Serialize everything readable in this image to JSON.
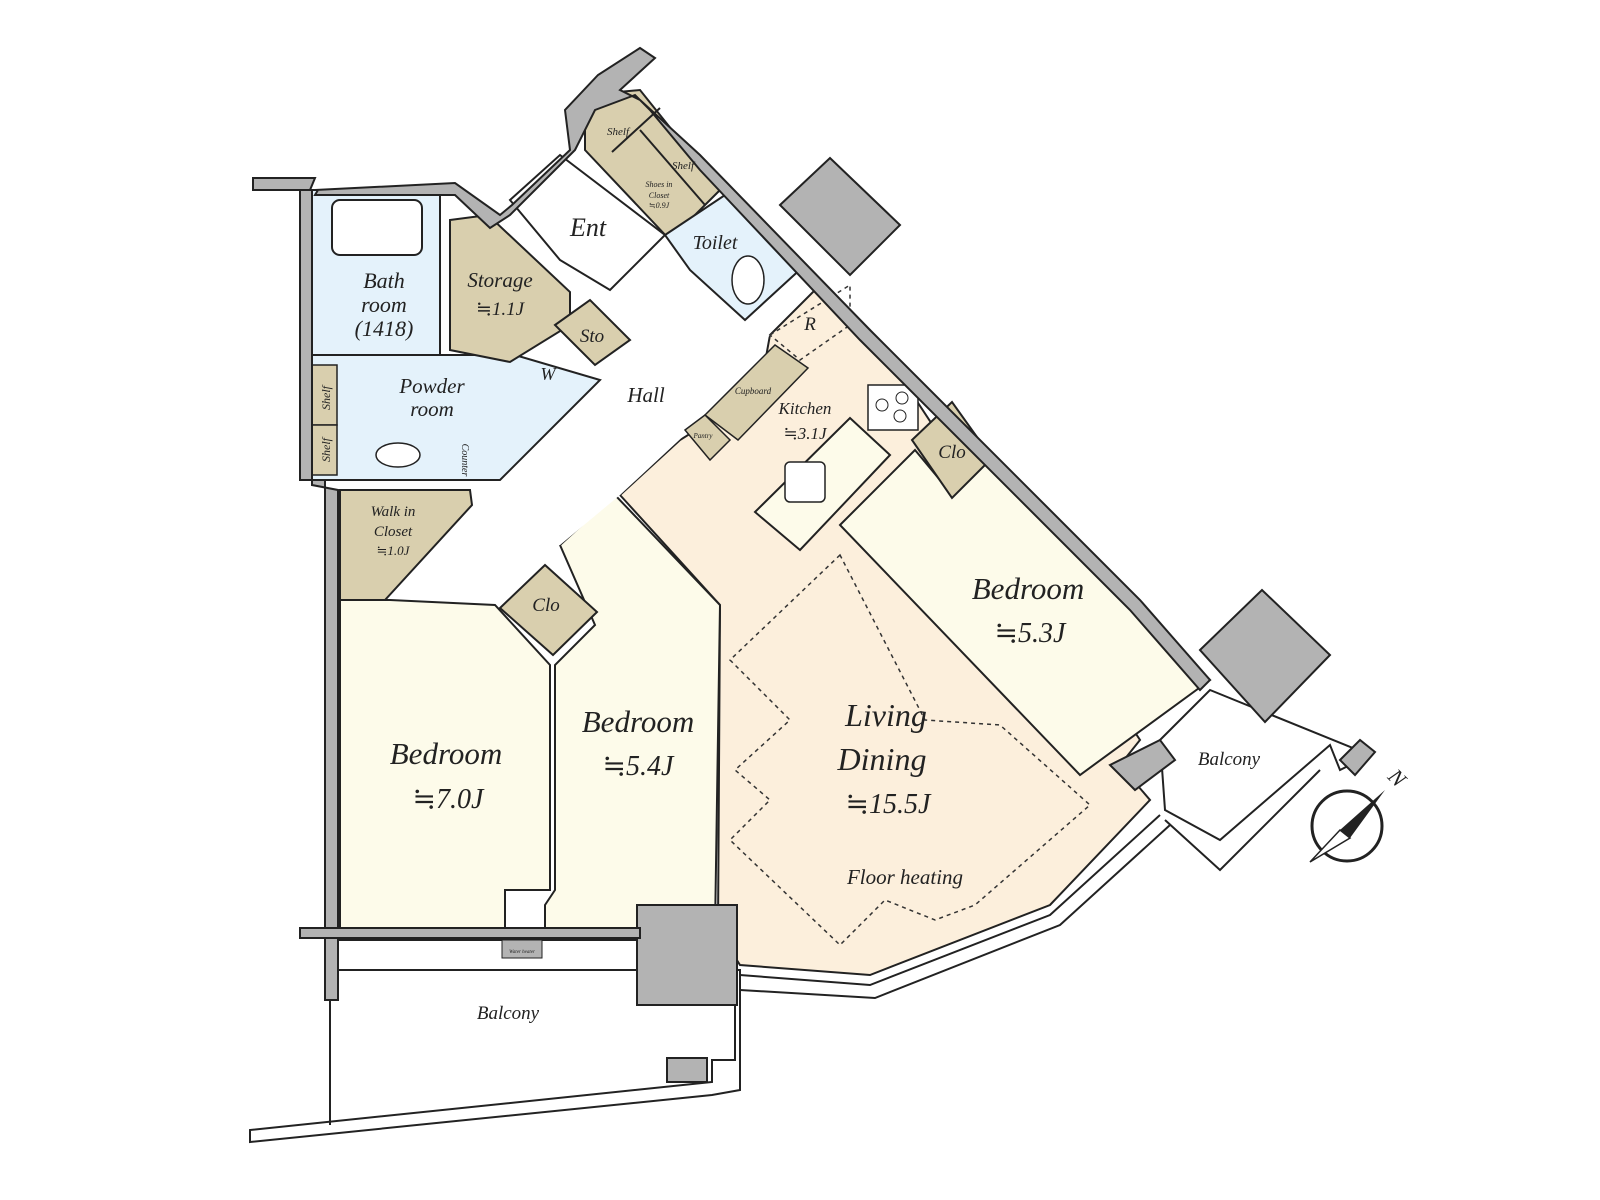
{
  "colors": {
    "wall": "#b3b3b3",
    "closet": "#d9cfae",
    "wet_area": "#e4f2fb",
    "bedroom": "#fdfbea",
    "living": "#fcefdc",
    "outline": "#222222"
  },
  "rooms": {
    "bath": {
      "line1": "Bath",
      "line2": "room",
      "line3": "(1418)"
    },
    "powder": {
      "line1": "Powder",
      "line2": "room"
    },
    "powder_shelf1": "Shelf",
    "powder_shelf2": "Shelf",
    "counter": "Counter",
    "storage": {
      "name": "Storage",
      "size": "≒1.1J"
    },
    "sto": "Sto",
    "w": "W",
    "entrance": "Ent",
    "shelf1": "Shelf",
    "shelf2": "Shelf",
    "shoes_closet": {
      "line1": "Shoes in",
      "line2": "Closet",
      "size": "≒0.9J"
    },
    "toilet": "Toilet",
    "hall": "Hall",
    "refrigerator": "R",
    "cupboard": "Cupboard",
    "pantry": "Pantry",
    "kitchen": {
      "name": "Kitchen",
      "size": "≒3.1J"
    },
    "walk_in_closet": {
      "line1": "Walk in",
      "line2": "Closet",
      "size": "≒1.0J"
    },
    "clo_bedroom2": "Clo",
    "clo_bedroom3": "Clo",
    "bedroom1": {
      "name": "Bedroom",
      "size": "≒7.0J"
    },
    "bedroom2": {
      "name": "Bedroom",
      "size": "≒5.4J"
    },
    "bedroom3": {
      "name": "Bedroom",
      "size": "≒5.3J"
    },
    "living": {
      "line1": "Living",
      "line2": "Dining",
      "size": "≒15.5J"
    },
    "floor_heating": "Floor heating",
    "balcony_south": "Balcony",
    "balcony_east": "Balcony",
    "water_heater": "Water heater"
  },
  "compass": {
    "label": "N",
    "icon": "north-arrow-icon"
  }
}
